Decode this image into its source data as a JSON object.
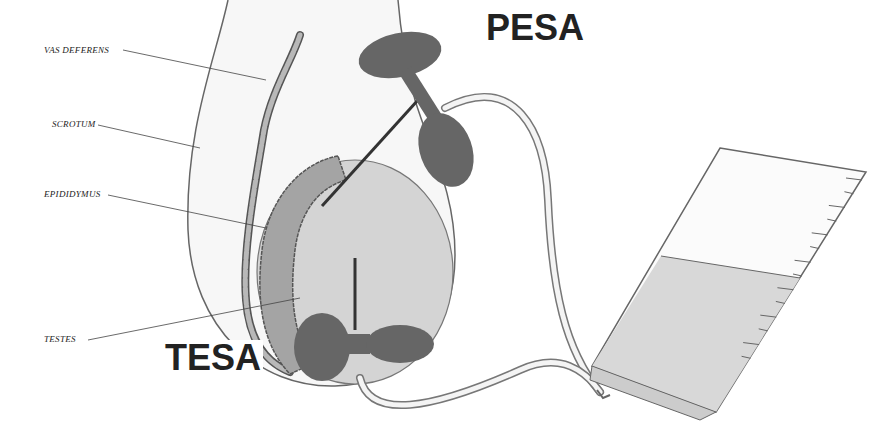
{
  "diagram": {
    "labels": [
      "VAS DEFERENS",
      "SCROTUM",
      "EPIDIDYMUS",
      "TESTES",
      "TESA",
      "PESA"
    ]
  }
}
